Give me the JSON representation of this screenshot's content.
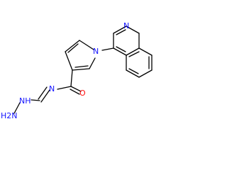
{
  "molecule": {
    "atoms": {
      "quinoline_n": "N",
      "pyrrole_n": "N",
      "amide_n": "N",
      "carbonyl_o": "O",
      "hydrazine_nh": "NH",
      "hydrazine_nh2": "H2N"
    },
    "colors": {
      "bond": "#000000",
      "nitrogen": "#1414ff",
      "oxygen": "#ff0d0d",
      "background": "#ffffff"
    }
  }
}
